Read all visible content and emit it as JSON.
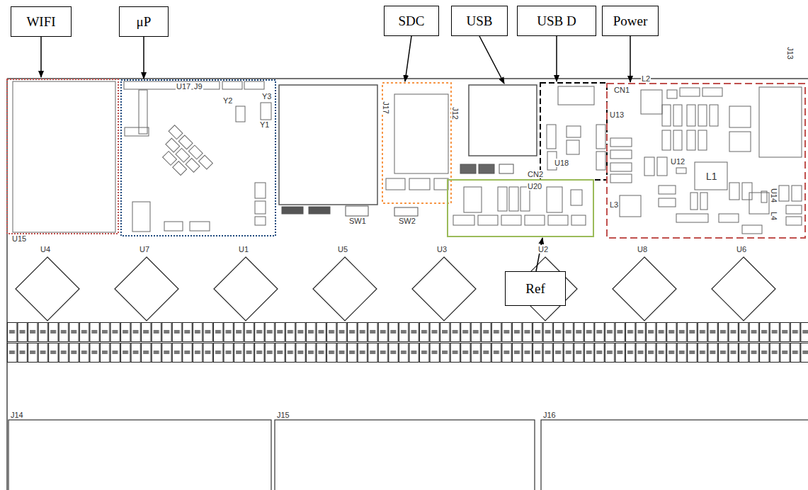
{
  "diagram": {
    "nodes": [
      {
        "text": [
          "WIFI"
        ]
      },
      {
        "text": [
          "μP"
        ]
      },
      {
        "text": [
          "SDC"
        ]
      },
      {
        "text": [
          "USB"
        ]
      },
      {
        "text": [
          "USB D"
        ]
      },
      {
        "text": [
          "Power"
        ]
      },
      {
        "text": [
          "Ref"
        ]
      }
    ],
    "labels": [
      "U17",
      "J9",
      "Y3",
      "Y2",
      "Y1",
      "CN1",
      "L2",
      "J17",
      "J12",
      "J13",
      "U13",
      "U18",
      "U12",
      "L1",
      "CN2",
      "U20",
      "L3",
      "U14",
      "L4",
      "SW1",
      "SW2",
      "U15",
      "U4",
      "U7",
      "U1",
      "U5",
      "U3",
      "U2",
      "U8",
      "U6",
      "J14",
      "J15",
      "J16"
    ]
  }
}
